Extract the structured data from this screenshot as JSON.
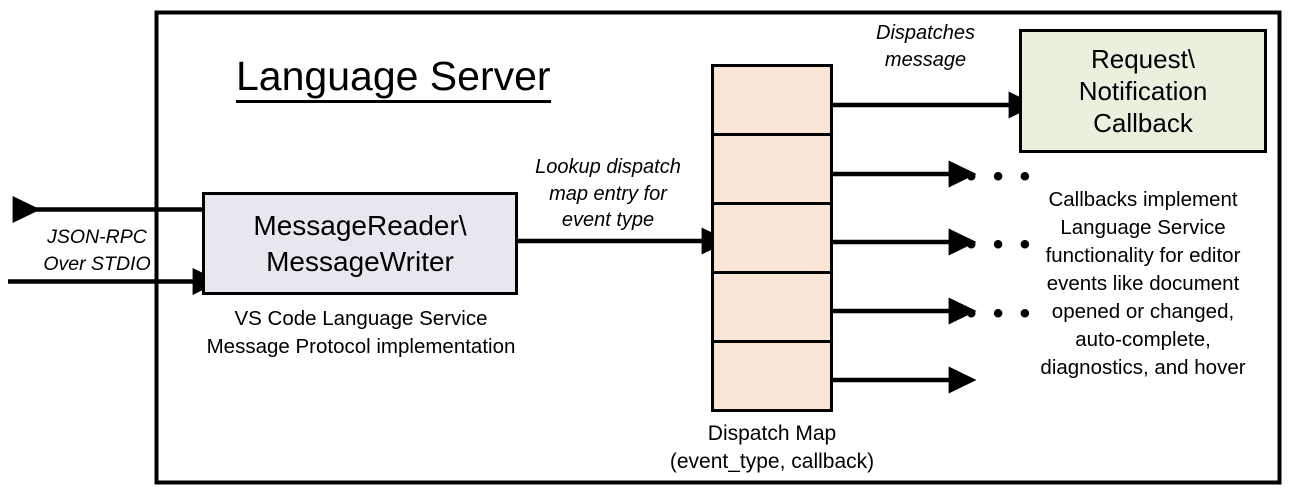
{
  "diagram": {
    "title": "Language Server",
    "outer_container_name": "Language Server boundary",
    "left_io": {
      "label": "JSON-RPC\nOver STDIO",
      "outgoing_arrow": "arrow-left-out",
      "incoming_arrow": "arrow-right-in"
    },
    "reader_box": {
      "label": "MessageReader\\\nMessageWriter",
      "caption": "VS Code Language Service\nMessage Protocol implementation",
      "fill": "#E9E6EF",
      "stroke": "#000000"
    },
    "lookup_edge": {
      "label": "Lookup dispatch\nmap entry for\nevent type"
    },
    "dispatch_map": {
      "caption": "Dispatch Map\n(event_type, callback)",
      "fill": "#FBE5D6",
      "stroke": "#000000",
      "row_count": 5,
      "rows": [
        {
          "index": 1,
          "handle": "callback-dot"
        },
        {
          "index": 2,
          "handle": "callback-dot"
        },
        {
          "index": 3,
          "handle": "callback-dot"
        },
        {
          "index": 4,
          "handle": "callback-dot"
        },
        {
          "index": 5,
          "handle": "callback-dot"
        }
      ]
    },
    "dispatch_edge": {
      "label": "Dispatches\nmessage"
    },
    "callback_box": {
      "label": "Request\\\nNotification\nCallback",
      "caption": "Callbacks implement\nLanguage Service\nfunctionality for editor\nevents like document\nopened or changed,\nauto-complete,\ndiagnostics, and hover",
      "fill": "#E8F0DE",
      "stroke": "#000000"
    },
    "ellipses": [
      {
        "index": 1,
        "text": "•  •  •"
      },
      {
        "index": 2,
        "text": "•  •  •"
      },
      {
        "index": 3,
        "text": "•  •  •"
      },
      {
        "index": 4,
        "text": "•  •  •"
      }
    ]
  }
}
